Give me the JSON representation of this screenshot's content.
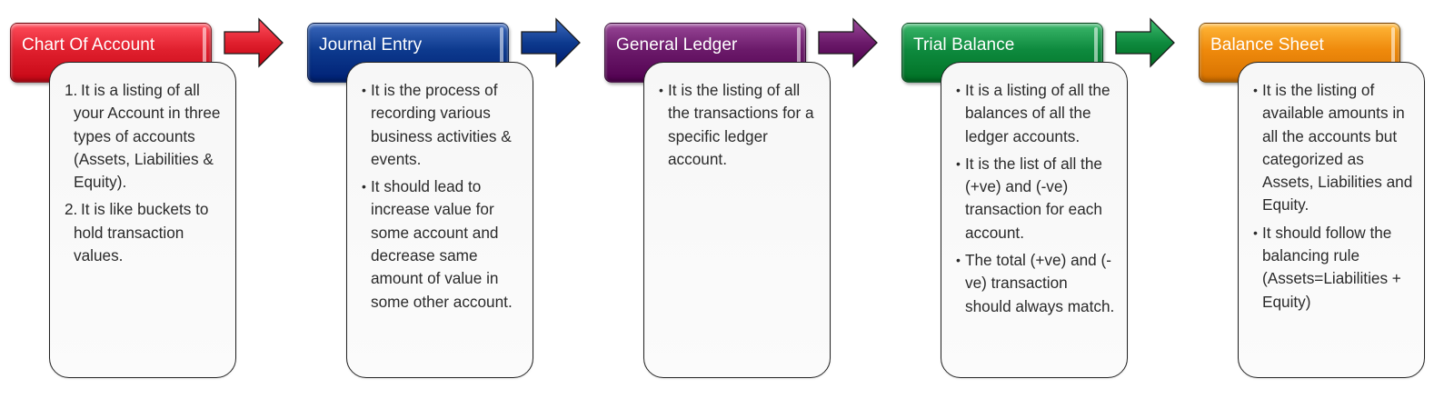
{
  "stages": [
    {
      "title": "Chart Of Account",
      "color": "#e0202e",
      "style": "numbered",
      "points": [
        {
          "marker": "1.",
          "text": "It is a listing of all your Account in three types of accounts (Assets, Liabilities & Equity)."
        },
        {
          "marker": "2.",
          "text": "It is like buckets to hold transaction values."
        }
      ]
    },
    {
      "title": "Journal Entry",
      "color": "#0d3a8e",
      "style": "bullets",
      "points": [
        {
          "text": "It is the process of recording various business activities & events."
        },
        {
          "text": "It should lead to increase value for some account and decrease same amount of value in some other account."
        }
      ]
    },
    {
      "title": "General Ledger",
      "color": "#6b1a6a",
      "style": "bullets",
      "points": [
        {
          "text": "It is the listing of all the transactions for a specific ledger account."
        }
      ]
    },
    {
      "title": "Trial Balance",
      "color": "#0e8a3e",
      "style": "bullets",
      "points": [
        {
          "text": "It is a listing of all the balances of all the ledger accounts."
        },
        {
          "text": "It is the list of all the (+ve) and (-ve) transaction for each account."
        },
        {
          "text": "The total (+ve) and (-ve) transaction should always match."
        }
      ]
    },
    {
      "title": "Balance Sheet",
      "color": "#ef8a0c",
      "style": "bullets",
      "points": [
        {
          "text": "It is the listing of available amounts in all the accounts but categorized as Assets, Liabilities and Equity."
        },
        {
          "text": "It should follow the balancing rule (Assets=Liabilities + Equity)"
        }
      ]
    }
  ],
  "arrow_colors": [
    "#e0202e",
    "#0d3a8e",
    "#6b1a6a",
    "#0e8a3e"
  ]
}
